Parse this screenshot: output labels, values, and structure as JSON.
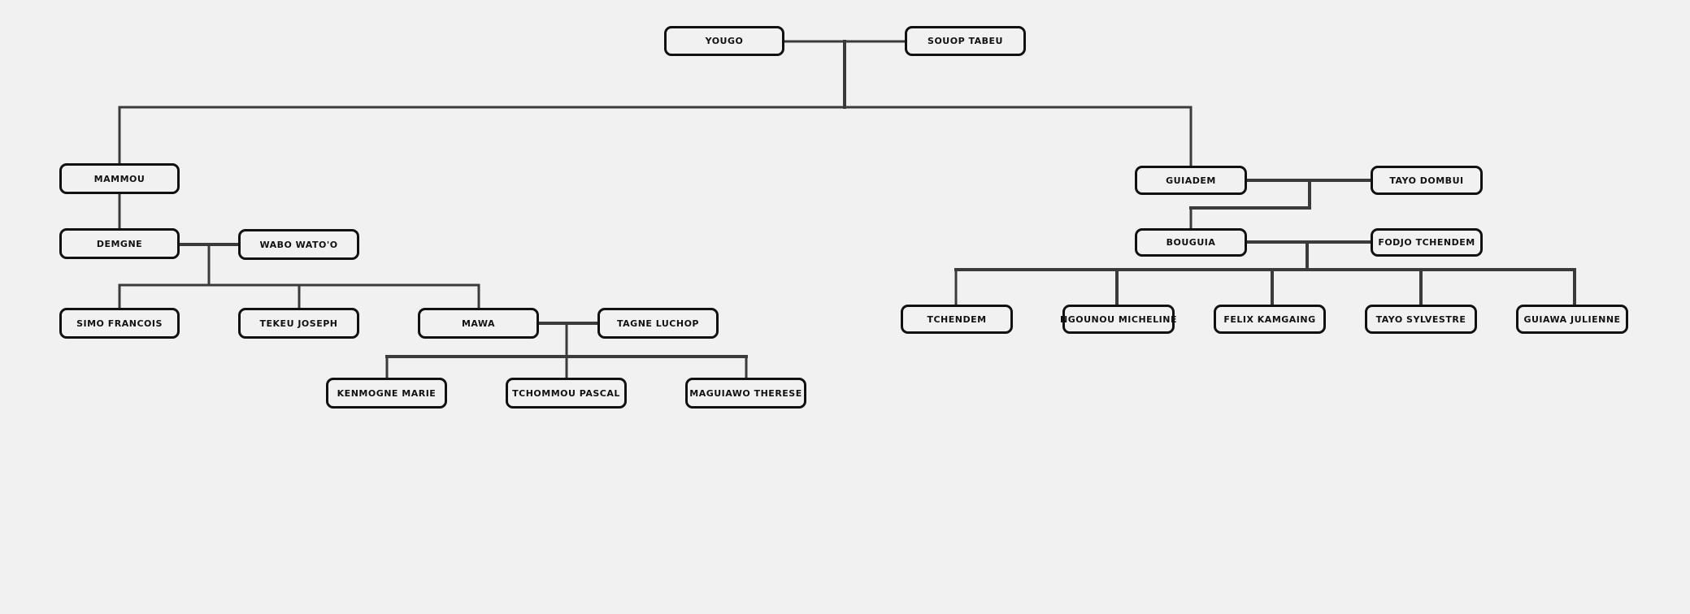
{
  "people": {
    "yougo": "YOUGO",
    "souop_tabeu": "SOUOP TABEU",
    "mammou": "MAMMOU",
    "demgne": "DEMGNE",
    "wabo_watoo": "WABO WATO'O",
    "simo_francois": "SIMO FRANCOIS",
    "tekeu_joseph": "TEKEU JOSEPH",
    "mawa": "MAWA",
    "tagne_luchop": "TAGNE LUCHOP",
    "kenmogne_marie": "KENMOGNE MARIE",
    "tchommou_pascal": "TCHOMMOU PASCAL",
    "maguiawo_therese": "MAGUIAWO THERESE",
    "guiadem": "GUIADEM",
    "tayo_dombui": "TAYO DOMBUI",
    "bouguia": "BOUGUIA",
    "fodjo_tchendem": "FODJO TCHENDEM",
    "tchendem": "TCHENDEM",
    "ngounou_micheline": "NGOUNOU MICHELINE",
    "felix_kamgaing": "FELIX KAMGAING",
    "tayo_sylvestre": "TAYO SYLVESTRE",
    "guiawa_julienne": "GUIAWA JULIENNE"
  }
}
